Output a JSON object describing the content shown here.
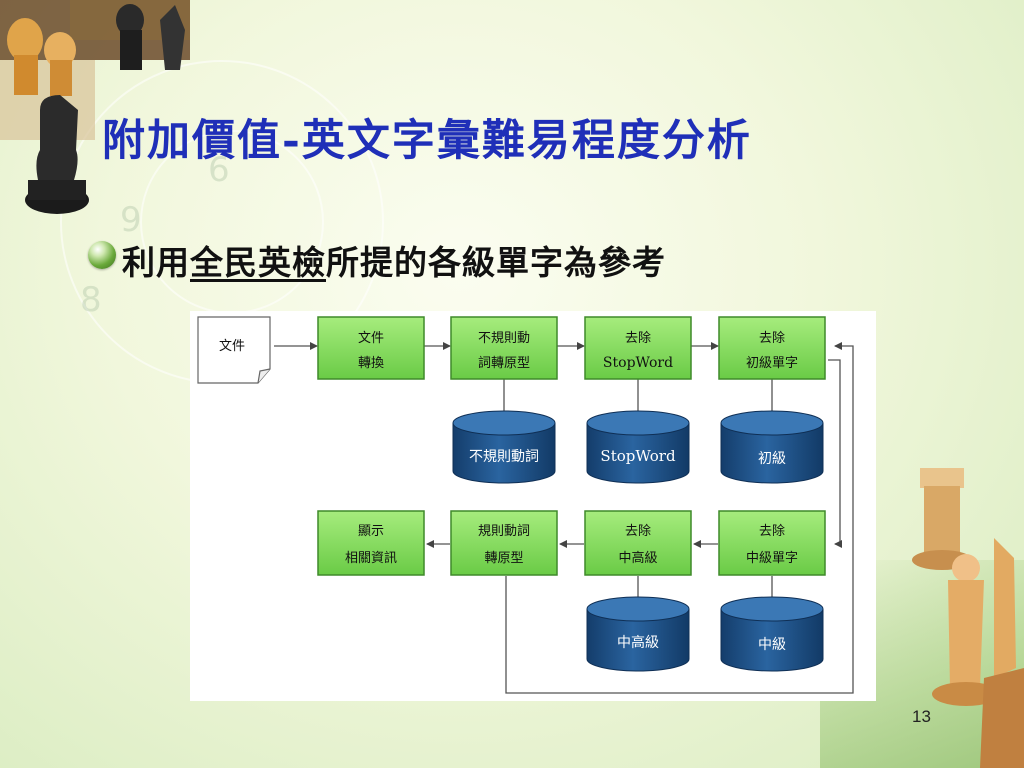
{
  "slide": {
    "title": "附加價值-英文字彙難易程度分析",
    "bullet_prefix": "利用",
    "bullet_underlined": "全民英檢",
    "bullet_suffix": "所提的各級單字為參考",
    "page_number": "13"
  },
  "diagram": {
    "doc_label": "文件",
    "top_row": [
      {
        "line1": "文件",
        "line2": "轉換"
      },
      {
        "line1": "不規則動",
        "line2": "詞轉原型"
      },
      {
        "line1": "去除",
        "line2": "StopWord"
      },
      {
        "line1": "去除",
        "line2": "初級單字"
      }
    ],
    "top_dbs": [
      "不規則動詞",
      "StopWord",
      "初級"
    ],
    "bottom_row": [
      {
        "line1": "顯示",
        "line2": "相關資訊"
      },
      {
        "line1": "規則動詞",
        "line2": "轉原型"
      },
      {
        "line1": "去除",
        "line2": "中高級"
      },
      {
        "line1": "去除",
        "line2": "中級單字"
      }
    ],
    "bottom_dbs": [
      "中高級",
      "中級"
    ]
  },
  "colors": {
    "title": "#1f2fb8",
    "box_fill": "#7ed957",
    "box_border": "#3f8a2a",
    "db_fill": "#1d4f86",
    "db_top": "#3b78b5"
  }
}
